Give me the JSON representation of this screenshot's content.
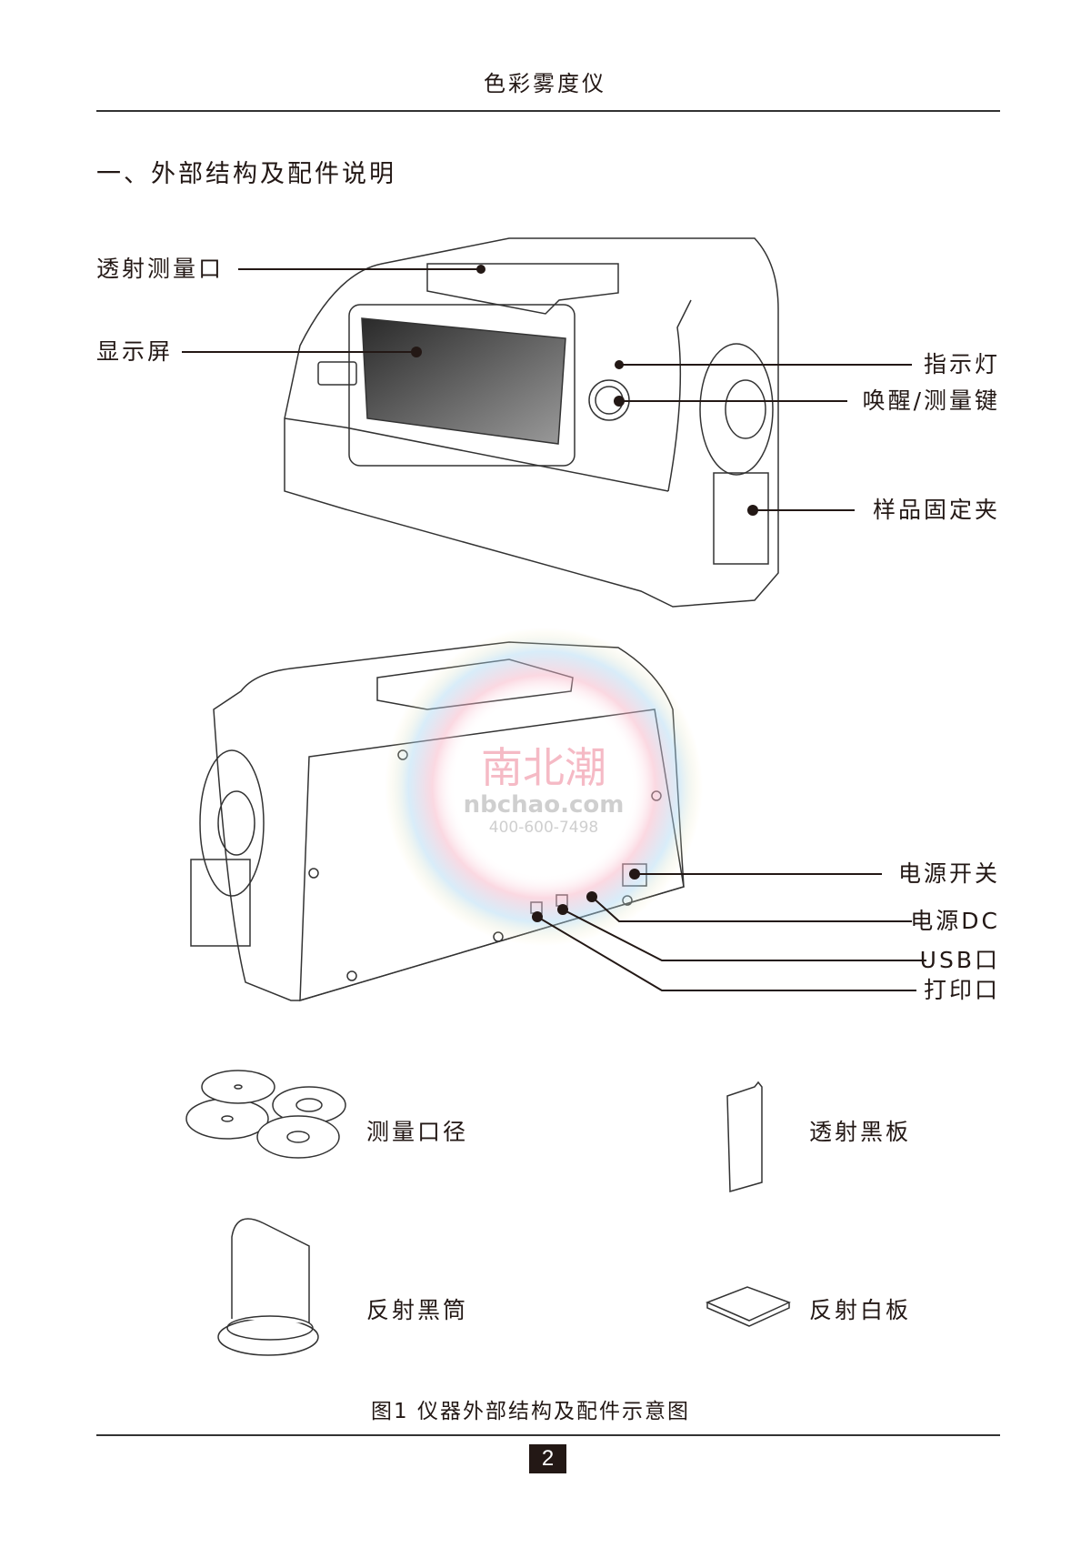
{
  "header": {
    "title": "色彩雾度仪"
  },
  "section": {
    "heading": "一、外部结构及配件说明"
  },
  "front_labels": {
    "transmission_port": "透射测量口",
    "display": "显示屏",
    "indicator": "指示灯",
    "wake_key": "唤醒/测量键",
    "sample_clamp": "样品固定夹"
  },
  "rear_labels": {
    "power_switch": "电源开关",
    "power_dc": "电源DC",
    "usb": "USB口",
    "print": "打印口"
  },
  "accessories": [
    {
      "label": "测量口径"
    },
    {
      "label": "透射黑板"
    },
    {
      "label": "反射黑筒"
    },
    {
      "label": "反射白板"
    }
  ],
  "watermark": {
    "logo": "南北潮",
    "site": "nbchao.com",
    "phone": "400-600-7498"
  },
  "caption": "图1 仪器外部结构及配件示意图",
  "footer": {
    "page_number": "2"
  }
}
